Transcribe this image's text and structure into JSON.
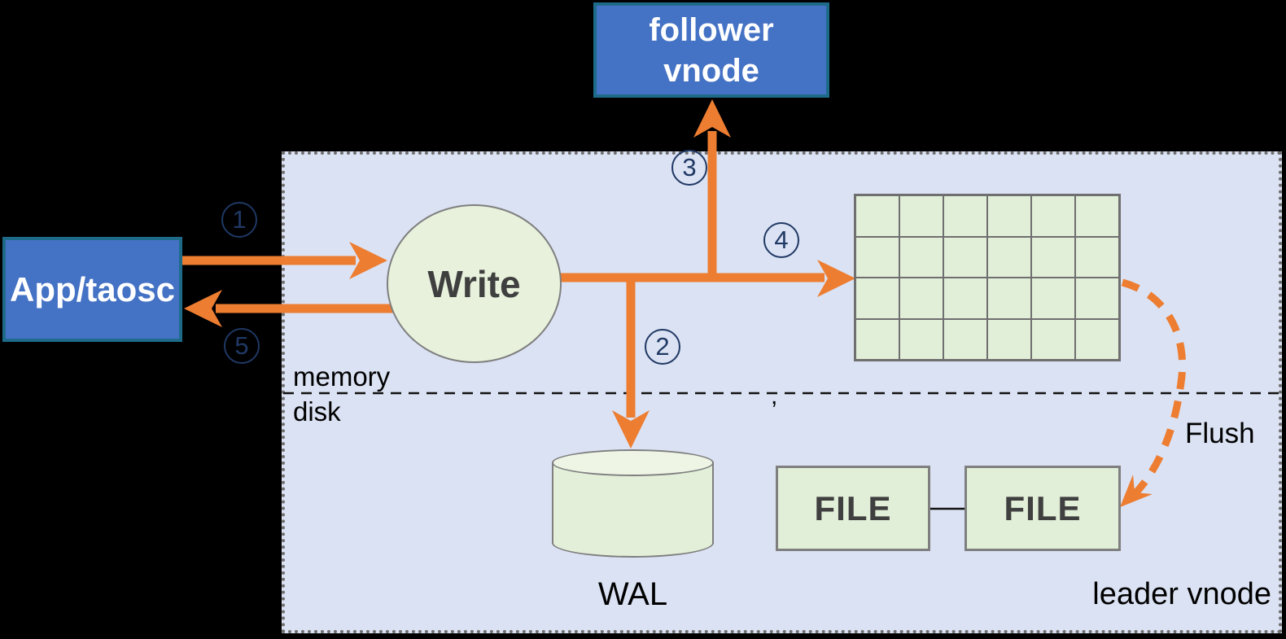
{
  "diagram": {
    "title_context": "vnode write flow diagram",
    "nodes": {
      "app": {
        "label": "App/taosc"
      },
      "follower": {
        "line1": "follower",
        "line2": "vnode"
      },
      "write": {
        "label": "Write"
      },
      "wal": {
        "label": "WAL"
      },
      "file1": {
        "label": "FILE"
      },
      "file2": {
        "label": "FILE"
      }
    },
    "labels": {
      "memory": "memory",
      "disk": "disk",
      "flush": "Flush",
      "leader_vnode": "leader vnode",
      "comma": ","
    },
    "steps": [
      {
        "num": "1"
      },
      {
        "num": "2"
      },
      {
        "num": "3"
      },
      {
        "num": "4"
      },
      {
        "num": "5"
      }
    ],
    "memtable_grid": {
      "rows": 4,
      "cols": 6
    },
    "colors": {
      "background": "#000000",
      "container_fill": "#DBE2F3",
      "arrow_orange": "#ED7D31",
      "step_navy": "#1F3864",
      "node_blue": "#4472C4",
      "node_blue_border": "#1E6B89",
      "shape_green": "#E2EFDA",
      "shape_border_gray": "#7F7F7F",
      "dark_text": "#3F3F3F"
    }
  }
}
